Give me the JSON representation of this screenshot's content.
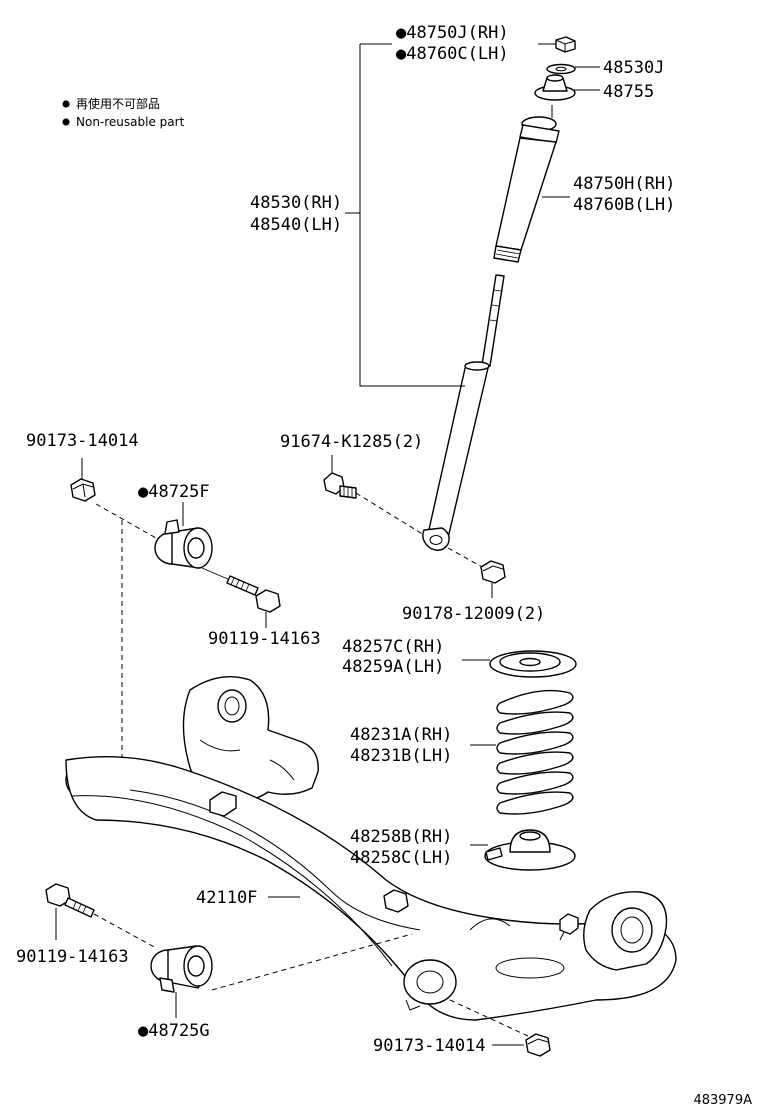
{
  "legend": {
    "items": [
      {
        "mark": "●",
        "text": "再使用不可部品"
      },
      {
        "mark": "●",
        "text": "Non-reusable part"
      }
    ]
  },
  "callouts": {
    "bound_bumper": {
      "lines": [
        "●48750J(RH)",
        "●48760C(LH)"
      ]
    },
    "washer": {
      "lines": [
        "48530J"
      ]
    },
    "support": {
      "lines": [
        "48755"
      ]
    },
    "dust_cover": {
      "lines": [
        "48750H(RH)",
        "48760B(LH)"
      ]
    },
    "shock_absorber": {
      "lines": [
        "48530(RH)",
        "48540(LH)"
      ]
    },
    "nut_top_left": {
      "lines": [
        "90173-14014"
      ]
    },
    "bushing_top": {
      "lines": [
        "●48725F"
      ]
    },
    "bolt_shock": {
      "lines": [
        "91674-K1285(2)"
      ]
    },
    "bolt_bushing_top": {
      "lines": [
        "90119-14163"
      ]
    },
    "nut_shock": {
      "lines": [
        "90178-12009(2)"
      ]
    },
    "upper_insulator": {
      "lines": [
        "48257C(RH)",
        "48259A(LH)"
      ]
    },
    "coil_spring": {
      "lines": [
        "48231A(RH)",
        "48231B(LH)"
      ]
    },
    "lower_insulator": {
      "lines": [
        "48258B(RH)",
        "48258C(LH)"
      ]
    },
    "axle_beam": {
      "lines": [
        "42110F"
      ]
    },
    "bolt_bushing_bottom": {
      "lines": [
        "90119-14163"
      ]
    },
    "bushing_bottom": {
      "lines": [
        "●48725G"
      ]
    },
    "nut_bottom": {
      "lines": [
        "90173-14014"
      ]
    }
  },
  "diagram_id": "483979A",
  "colors": {
    "ink": "#000000",
    "paper": "#ffffff"
  }
}
